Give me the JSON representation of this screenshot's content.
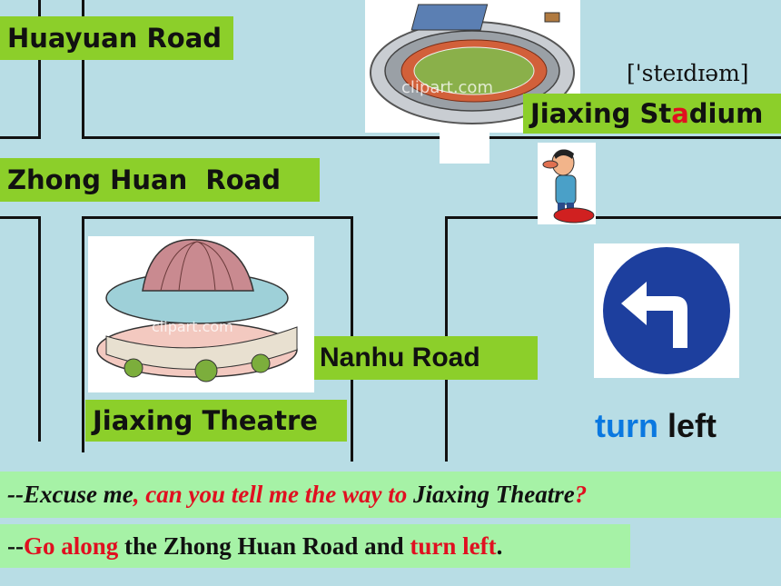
{
  "map": {
    "road_huayuan": "Huayuan Road",
    "road_zhonghuan": "Zhong Huan  Road",
    "road_nanhu": "Nanhu Road",
    "stadium_label_pre": "Jiaxing St",
    "stadium_label_hl": "a",
    "stadium_label_post": "dium",
    "theatre_label": "Jiaxing Theatre",
    "phonetic": "['steɪdɪəm]",
    "watermark_stadium": "clipart.com",
    "watermark_theatre": "clipart.com"
  },
  "sign": {
    "turn": "turn",
    "left": "left"
  },
  "dialogue": {
    "q_dash": "--",
    "q1": "Excuse me",
    "q2": ", can you tell me the way to ",
    "q3": "Jiaxing Theatre",
    "q4": "?",
    "a_dash": "--",
    "a1": "Go along",
    "a2": " the Zhong Huan Road and ",
    "a3": "turn left",
    "a4": "."
  },
  "colors": {
    "background": "#b8dde5",
    "label_green": "#8ccf2a",
    "sentence_green": "#a6f2a6",
    "highlight_red": "#e01020",
    "turn_blue": "#0a78e0",
    "sign_blue": "#1d3f9e"
  }
}
